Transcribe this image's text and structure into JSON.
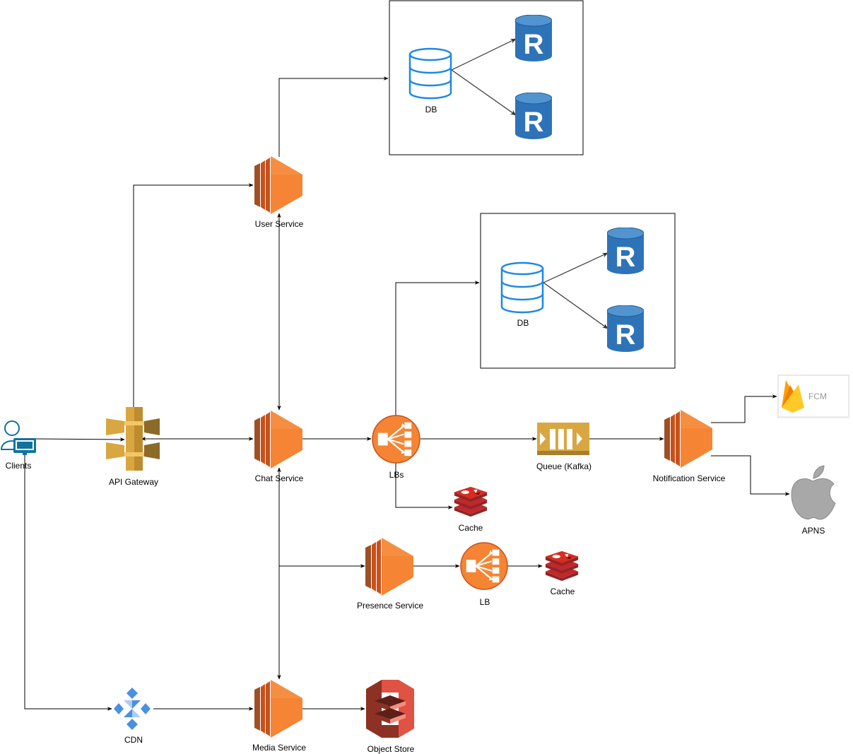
{
  "nodes": {
    "clients": "Clients",
    "api_gateway": "API Gateway",
    "user_service": "User Service",
    "chat_service": "Chat Service",
    "lbs": "LBs",
    "queue": "Queue (Kafka)",
    "notification_service": "Notification Service",
    "fcm": "FCM",
    "apns": "APNS",
    "cache_lbs": "Cache",
    "presence_service": "Presence Service",
    "lb": "LB",
    "cache_lb": "Cache",
    "cdn": "CDN",
    "media_service": "Media Service",
    "object_store": "Object Store",
    "user_db": "DB",
    "chat_db": "DB"
  },
  "replica_letter": "R",
  "colors": {
    "aws_orange": "#F58534",
    "gateway_gold": "#D9A741",
    "redis_red": "#C1272D",
    "s3_red": "#E05243",
    "replica_blue": "#2E73B8",
    "db_outline": "#1E88E5",
    "queue_gold": "#D9A741"
  },
  "icons": {
    "clients": "user-with-monitor-icon",
    "api_gateway": "api-gateway-icon",
    "services": "ec2-instance-icon",
    "load_balancer": "load-balancer-icon",
    "cache": "redis-icon",
    "queue": "queue-icon",
    "fcm": "firebase-icon",
    "apns": "apple-icon",
    "cdn": "cdn-icon",
    "object_store": "s3-bucket-icon",
    "database": "database-icon",
    "replica": "replica-database-icon"
  }
}
